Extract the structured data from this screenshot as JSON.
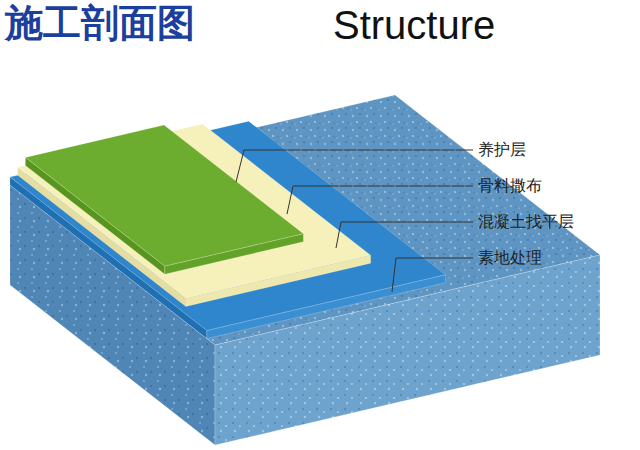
{
  "diagram": {
    "title": "施工剖面图",
    "labels": [
      "Structure",
      "养护层",
      "骨料撒布",
      "混凝土找平层",
      "素地处理"
    ]
  }
}
